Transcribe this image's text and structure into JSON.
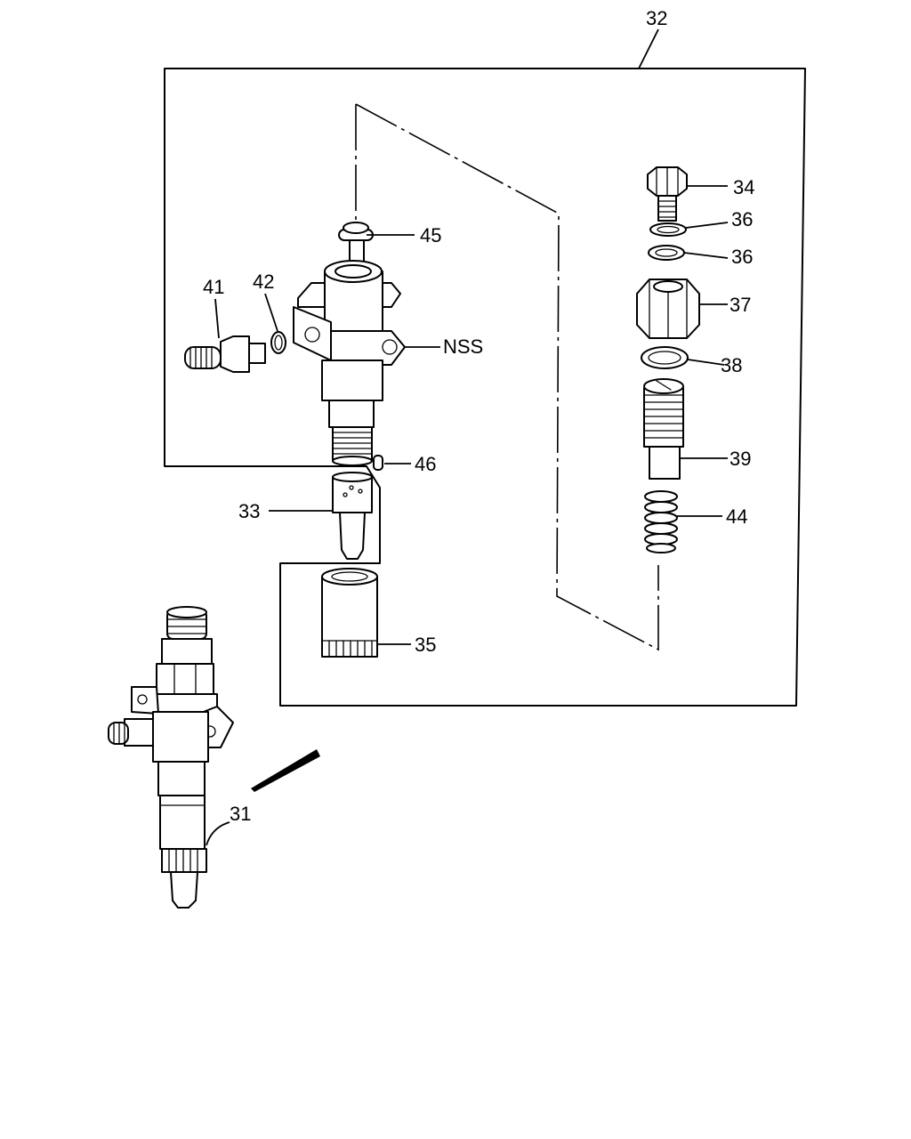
{
  "labels": {
    "l32": "32",
    "l34": "34",
    "l36a": "36",
    "l36b": "36",
    "l37": "37",
    "l38": "38",
    "l39": "39",
    "l44": "44",
    "l45": "45",
    "l41": "41",
    "l42": "42",
    "lnss": "NSS",
    "l46": "46",
    "l33": "33",
    "l35": "35",
    "l31": "31"
  }
}
